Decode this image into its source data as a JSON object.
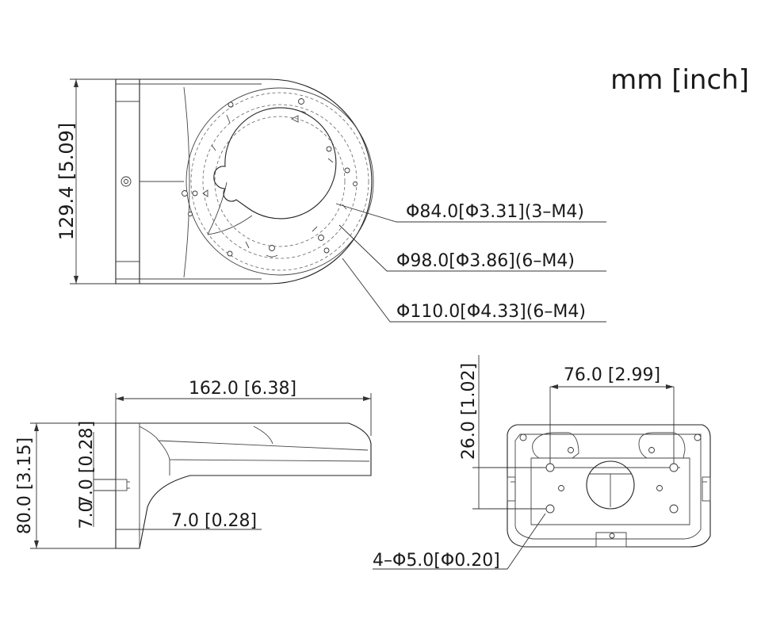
{
  "units_label": "mm [inch]",
  "top_view": {
    "height_dim": "129.4 [5.09]",
    "callouts": [
      "Φ84.0[Φ3.31](3–M4)",
      "Φ98.0[Φ3.86](6–M4)",
      "Φ110.0[Φ4.33](6–M4)"
    ]
  },
  "side_view": {
    "length_dim": "162.0 [6.38]",
    "height_dim": "80.0 [3.15]",
    "vertical_small_dim": "7.0 [0.28]",
    "vertical_small_dim_2": "7.0",
    "horizontal_small_dim": "7.0 [0.28]"
  },
  "back_view": {
    "width_dim": "76.0 [2.99]",
    "height_dim": "26.0 [1.02]",
    "hole_callout": "4–Φ5.0[Φ0.20]"
  }
}
